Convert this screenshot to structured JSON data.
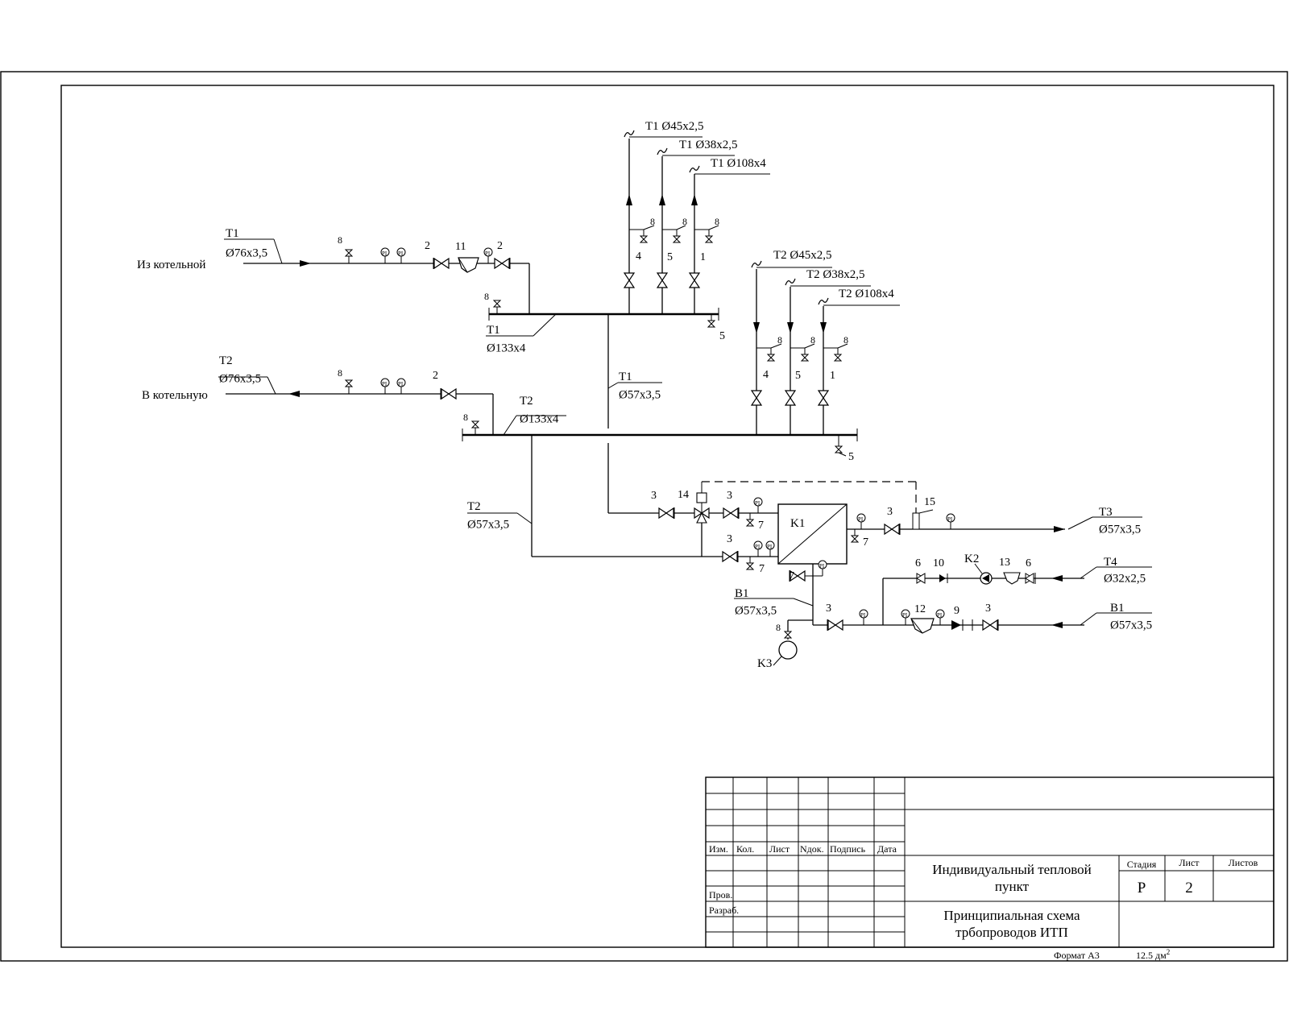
{
  "labels": {
    "from_boiler": "Из котельной",
    "to_boiler": "В котельную",
    "t1_in_code": "T1",
    "t1_in_dim": "Ø76x3,5",
    "t2_out_code": "T2",
    "t2_out_dim": "Ø76x3,5",
    "t1_hdr_code": "T1",
    "t1_hdr_dim": "Ø133x4",
    "t2_hdr_code": "T2",
    "t2_hdr_dim": "Ø133x4",
    "t1_mid_code": "T1",
    "t1_mid_dim": "Ø57x3,5",
    "t2_mid_code": "T2",
    "t2_mid_dim": "Ø57x3,5",
    "t1_b1": "T1 Ø45x2,5",
    "t1_b2": "T1 Ø38x2,5",
    "t1_b3": "T1 Ø108x4",
    "t2_b1": "T2 Ø45x2,5",
    "t2_b2": "T2 Ø38x2,5",
    "t2_b3": "T2 Ø108x4",
    "t3_code": "T3",
    "t3_dim": "Ø57x3,5",
    "t4_code": "T4",
    "t4_dim": "Ø32x2,5",
    "v1r_code": "B1",
    "v1r_dim": "Ø57x3,5",
    "v1l_code": "B1",
    "v1l_dim": "Ø57x3,5",
    "k1": "K1",
    "k2": "K2",
    "k3": "K3",
    "gauge": "PI",
    "item_1": "1",
    "item_2": "2",
    "item_3": "3",
    "item_4": "4",
    "item_5": "5",
    "item_6": "6",
    "item_7": "7",
    "item_8": "8",
    "item_9": "9",
    "item_10": "10",
    "item_11": "11",
    "item_12": "12",
    "item_13": "13",
    "item_14": "14",
    "item_15": "15"
  },
  "title_block": {
    "columns": [
      "Изм.",
      "Кол.",
      "Лист",
      "Nдок.",
      "Подпись",
      "Дата"
    ],
    "prov": "Пров.",
    "razrab": "Разраб.",
    "title_line1": "Индивидуальный тепловой",
    "title_line2": "пункт",
    "subtitle_line1": "Принципиальная схема",
    "subtitle_line2": "трбопроводов ИТП",
    "stage_label": "Стадия",
    "sheet_label": "Лист",
    "sheets_label": "Листов",
    "stage_value": "P",
    "sheet_value": "2",
    "format": "Формат A3",
    "area": "12.5 дм",
    "area_sup": "2"
  }
}
